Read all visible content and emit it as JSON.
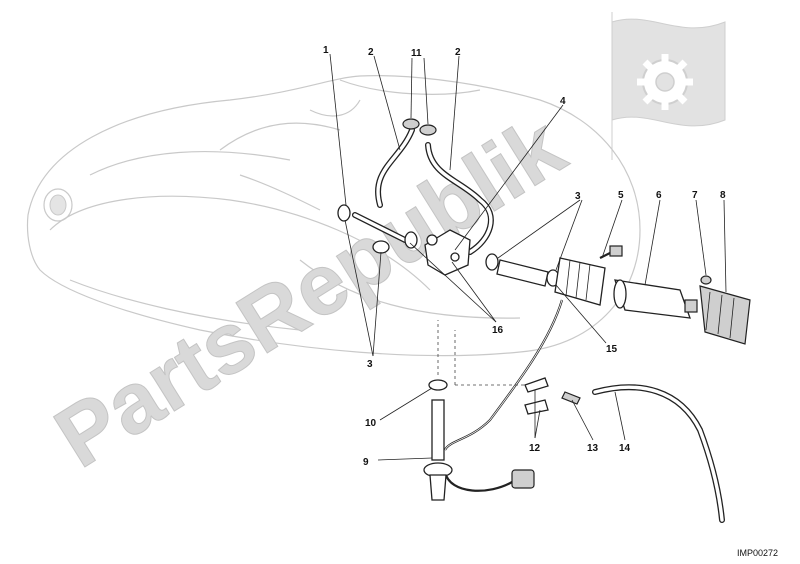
{
  "watermark": {
    "text": "PartsRepublik",
    "logo_icon": "gear-flag-logo-icon"
  },
  "reference_code": "IMP00272",
  "callouts": [
    {
      "label": "1"
    },
    {
      "label": "2"
    },
    {
      "label": "11"
    },
    {
      "label": "2"
    },
    {
      "label": "4"
    },
    {
      "label": "3"
    },
    {
      "label": "5"
    },
    {
      "label": "6"
    },
    {
      "label": "7"
    },
    {
      "label": "8"
    },
    {
      "label": "16"
    },
    {
      "label": "15"
    },
    {
      "label": "3"
    },
    {
      "label": "10"
    },
    {
      "label": "9"
    },
    {
      "label": "12"
    },
    {
      "label": "13"
    },
    {
      "label": "14"
    }
  ]
}
